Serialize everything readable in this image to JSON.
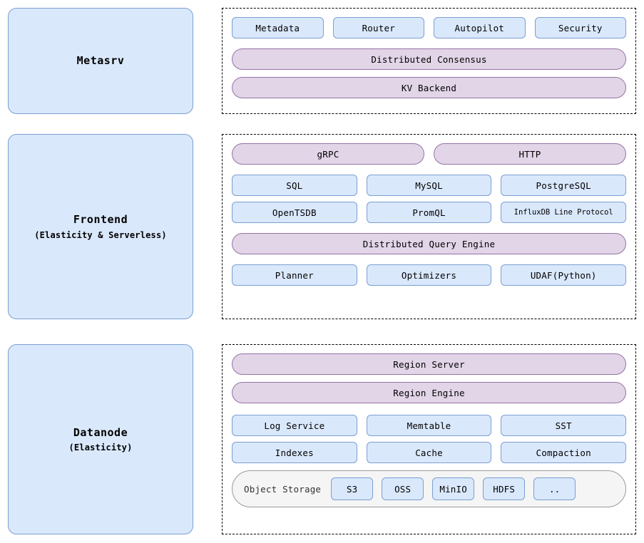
{
  "colors": {
    "chip_fill": "#dae8fc",
    "chip_border": "#7b9fd0",
    "pill_fill": "#e1d5e7",
    "pill_border": "#9673a6",
    "storage_fill": "#f5f5f5",
    "storage_border": "#9a9a9a",
    "panel_border": "#000000",
    "background": "#ffffff"
  },
  "nodes": {
    "metasrv": {
      "title": "Metasrv",
      "subtitle": ""
    },
    "frontend": {
      "title": "Frontend",
      "subtitle": "(Elasticity & Serverless)"
    },
    "datanode": {
      "title": "Datanode",
      "subtitle": "(Elasticity)"
    }
  },
  "metasrv_panel": {
    "components_row": [
      "Metadata",
      "Router",
      "Autopilot",
      "Security"
    ],
    "bars": [
      "Distributed Consensus",
      "KV Backend"
    ]
  },
  "frontend_panel": {
    "protocol_bars": [
      "gRPC",
      "HTTP"
    ],
    "interfaces_row1": [
      "SQL",
      "MySQL",
      "PostgreSQL"
    ],
    "interfaces_row2": [
      "OpenTSDB",
      "PromQL",
      "InfluxDB Line Protocol"
    ],
    "engine_bar": "Distributed Query Engine",
    "engine_row": [
      "Planner",
      "Optimizers",
      "UDAF(Python)"
    ]
  },
  "datanode_panel": {
    "bars": [
      "Region Server",
      "Region Engine"
    ],
    "components_row1": [
      "Log Service",
      "Memtable",
      "SST"
    ],
    "components_row2": [
      "Indexes",
      "Cache",
      "Compaction"
    ],
    "storage": {
      "label": "Object Storage",
      "backends": [
        "S3",
        "OSS",
        "MinIO",
        "HDFS",
        ".."
      ]
    }
  }
}
